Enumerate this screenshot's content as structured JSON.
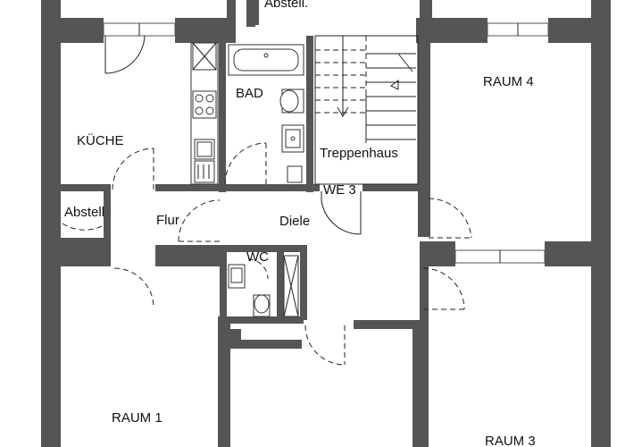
{
  "rooms": {
    "abstell_top": "Abstell.",
    "bad": "BAD",
    "raum4": "RAUM 4",
    "kueche": "KÜCHE",
    "treppenhaus": "Treppenhaus",
    "we3": "WE 3",
    "abstell": "Abstell",
    "flur": "Flur",
    "diele": "Diele",
    "wc": "WC",
    "raum1": "RAUM 1",
    "raum3": "RAUM 3"
  }
}
